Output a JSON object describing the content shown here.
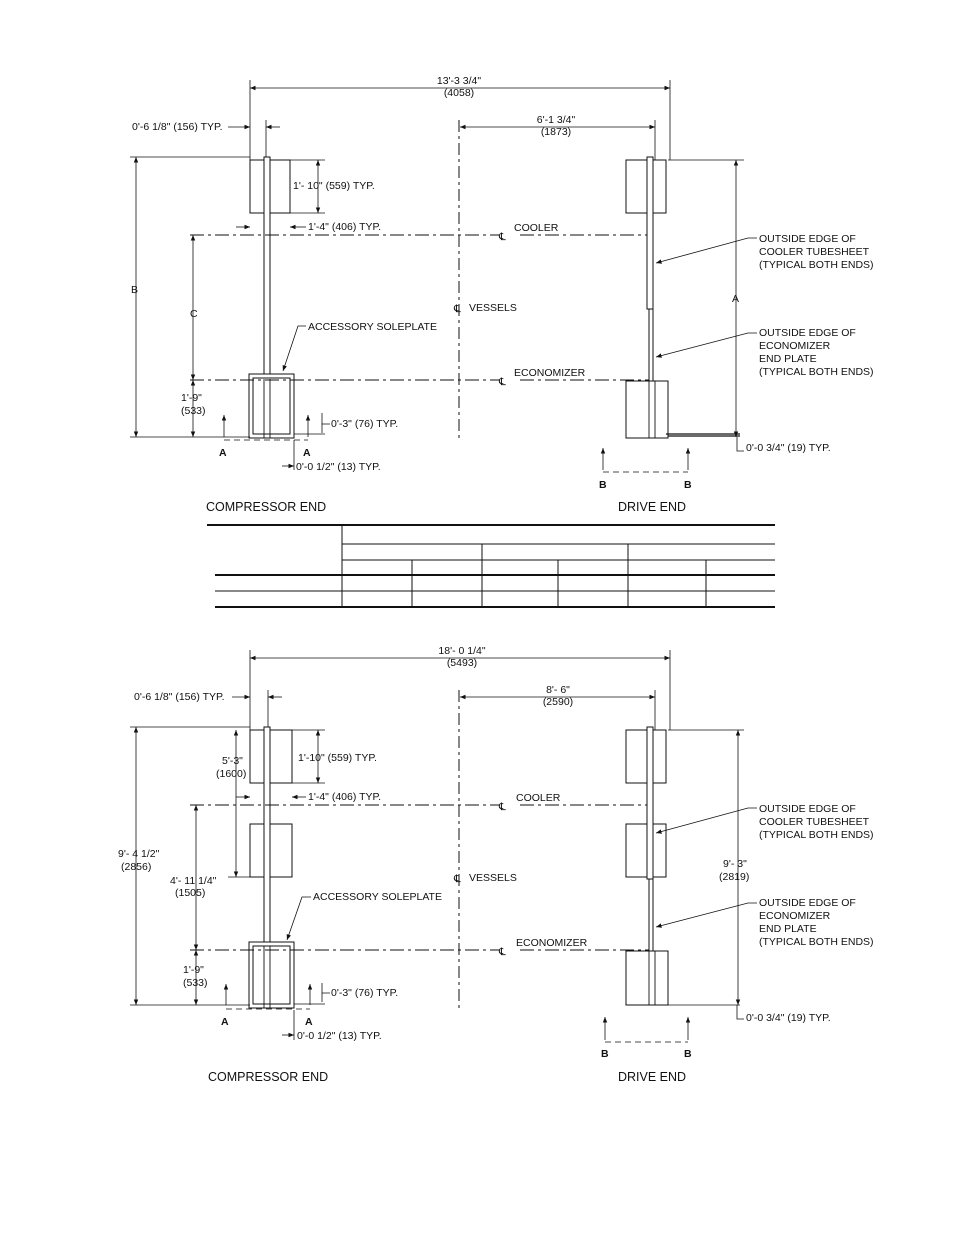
{
  "top_diagram": {
    "overall_width": "13'-3 3/4\"",
    "overall_width_mm": "(4058)",
    "end_offset": "0'-6 1/8\" (156) TYP.",
    "drive_offset": "6'-1 3/4\"",
    "drive_offset_mm": "(1873)",
    "foot_height": "1'- 10\" (559) TYP.",
    "foot_width": "1'-4\" (406) TYP.",
    "cooler_label": "COOLER",
    "vessels_label": "VESSELS",
    "economizer_label": "ECONOMIZER",
    "dim_b": "B",
    "dim_c": "C",
    "dim_a": "A",
    "soleplate_label": "ACCESSORY SOLEPLATE",
    "econ_height": "1'-9\"",
    "econ_height_mm": "(533)",
    "soleplate_offset": "0'-3\" (76) TYP.",
    "soleplate_edge": "0'-0 1/2\" (13) TYP.",
    "section_a": "A",
    "section_b": "B",
    "tubesheet_note": [
      "OUTSIDE EDGE OF",
      "COOLER TUBESHEET",
      "(TYPICAL BOTH ENDS)"
    ],
    "endplate_note": [
      "OUTSIDE EDGE OF",
      "ECONOMIZER",
      "END PLATE",
      "(TYPICAL BOTH ENDS)"
    ],
    "drive_bottom": "0'-0 3/4\" (19) TYP.",
    "compressor_end": "COMPRESSOR END",
    "drive_end": "DRIVE END"
  },
  "bottom_diagram": {
    "overall_width": "18'- 0 1/4\"",
    "overall_width_mm": "(5493)",
    "end_offset": "0'-6 1/8\" (156) TYP.",
    "drive_offset": "8'- 6\"",
    "drive_offset_mm": "(2590)",
    "foot_top": "5'-3\"",
    "foot_top_mm": "(1600)",
    "foot_height": "1'-10\" (559) TYP.",
    "foot_width": "1'-4\" (406) TYP.",
    "cooler_label": "COOLER",
    "vessels_label": "VESSELS",
    "economizer_label": "ECONOMIZER",
    "overall_height": "9'- 4 1/2\"",
    "overall_height_mm": "(2856)",
    "mid_height": "4'- 11 1/4\"",
    "mid_height_mm": "(1505)",
    "soleplate_label": "ACCESSORY SOLEPLATE",
    "econ_height": "1'-9\"",
    "econ_height_mm": "(533)",
    "soleplate_offset": "0'-3\" (76) TYP.",
    "soleplate_edge": "0'-0 1/2\" (13) TYP.",
    "section_a": "A",
    "section_b": "B",
    "tubesheet_note": [
      "OUTSIDE EDGE OF",
      "COOLER TUBESHEET",
      "(TYPICAL BOTH ENDS)"
    ],
    "drive_height": "9'- 3\"",
    "drive_height_mm": "(2819)",
    "endplate_note": [
      "OUTSIDE EDGE OF",
      "ECONOMIZER",
      "END PLATE",
      "(TYPICAL BOTH ENDS)"
    ],
    "drive_bottom": "0'-0 3/4\" (19) TYP.",
    "compressor_end": "COMPRESSOR END",
    "drive_end": "DRIVE END"
  },
  "centerline_symbol": "℄"
}
